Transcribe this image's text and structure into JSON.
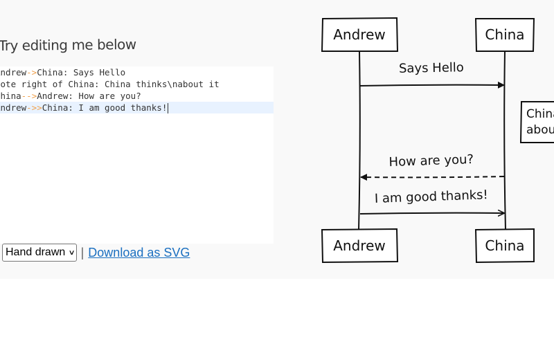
{
  "heading": "Try editing me below",
  "editor": {
    "lines": [
      {
        "pre": "Andrew",
        "arrow": "->",
        "post": "China: Says Hello"
      },
      {
        "pre": "Note right of China: China thinks\\nabout it",
        "arrow": "",
        "post": ""
      },
      {
        "pre": "China",
        "arrow": "-->",
        "post": "Andrew: How are you?"
      },
      {
        "pre": "Andrew",
        "arrow": "->>",
        "post": "China: I am good thanks!"
      }
    ]
  },
  "controls": {
    "theme_selected": "Hand drawn",
    "separator": "|",
    "download_label": "Download as SVG"
  },
  "diagram": {
    "participants": [
      "Andrew",
      "China"
    ],
    "messages": [
      "Says Hello",
      "How are you?",
      "I am good thanks!"
    ],
    "note_lines": [
      "China thinks",
      "about it"
    ]
  }
}
